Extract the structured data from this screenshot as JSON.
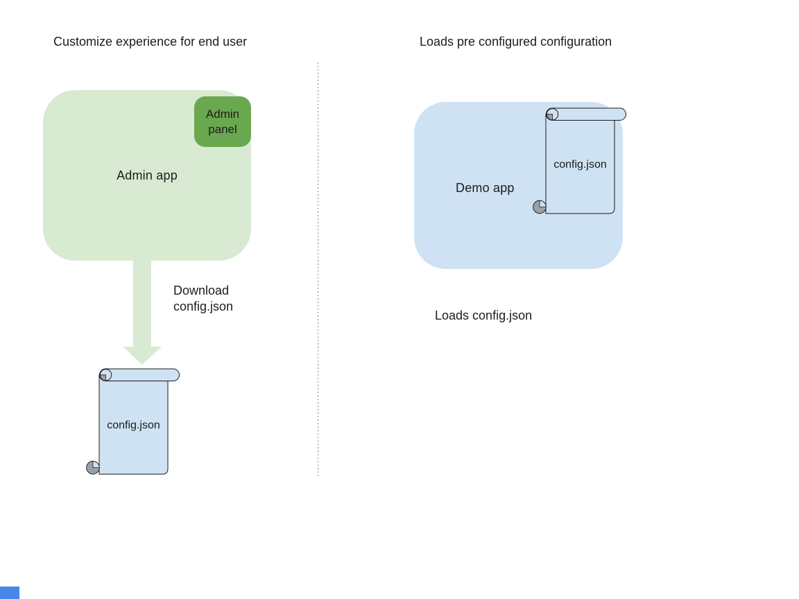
{
  "left": {
    "heading": "Customize experience for end user",
    "admin_app_label": "Admin app",
    "admin_panel_label": "Admin panel",
    "download_caption": [
      "Download",
      "config.json"
    ],
    "file_label": "config.json"
  },
  "right": {
    "heading": "Loads pre configured configuration",
    "demo_app_label": "Demo app",
    "file_label": "config.json",
    "caption": "Loads config.json"
  },
  "icons": {
    "left_file": "scroll-document-icon",
    "right_file": "scroll-document-icon",
    "arrow": "down-arrow"
  },
  "colors": {
    "app_box_green": "#d9ead3",
    "panel_green": "#6aa84f",
    "arrow_green": "#d9ead3",
    "app_box_blue": "#cfe2f3",
    "scroll_fill": "#cfe2f3",
    "scroll_curl_gray": "#9aa0a6",
    "outline": "#1a1a1a",
    "divider_gray": "#8a8a8a",
    "corner_blue": "#4a86e8",
    "text": "#1c1c1c"
  }
}
